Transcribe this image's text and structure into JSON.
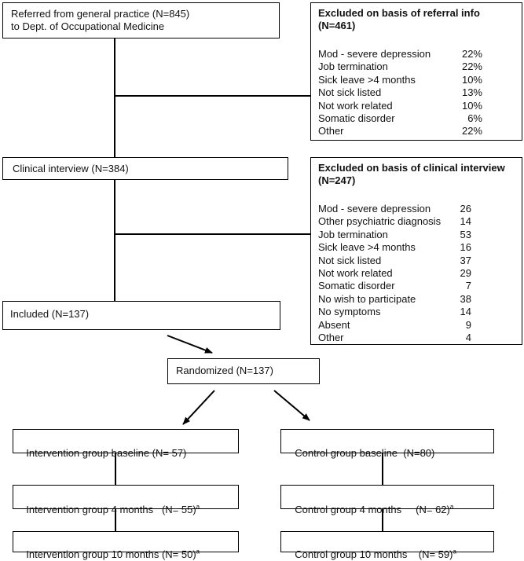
{
  "referred": {
    "line1": "Referred from general practice (N=845)",
    "line2": "to Dept. of Occupational Medicine"
  },
  "excluded_referral": {
    "title_line1": "Excluded on basis of referral info",
    "title_line2": "(N=461)",
    "items": [
      {
        "label": "Mod - severe depression",
        "value": "22%"
      },
      {
        "label": "Job termination",
        "value": "22%"
      },
      {
        "label": "Sick leave >4 months",
        "value": "10%"
      },
      {
        "label": "Not sick listed",
        "value": "13%"
      },
      {
        "label": "Not work related",
        "value": "10%"
      },
      {
        "label": "Somatic disorder",
        "value": "6%"
      },
      {
        "label": "Other",
        "value": "22%"
      }
    ]
  },
  "clinical": {
    "label": "Clinical interview (N=384)"
  },
  "excluded_interview": {
    "title_line1": "Excluded on basis of clinical interview",
    "title_line2": "(N=247)",
    "items": [
      {
        "label": "Mod - severe depression",
        "value": "26"
      },
      {
        "label": "Other psychiatric diagnosis",
        "value": "14"
      },
      {
        "label": "Job termination",
        "value": "53"
      },
      {
        "label": "Sick leave >4 months",
        "value": "16"
      },
      {
        "label": "Not sick listed",
        "value": "37"
      },
      {
        "label": "Not work related",
        "value": "29"
      },
      {
        "label": "Somatic disorder",
        "value": "7"
      },
      {
        "label": "No wish to participate",
        "value": "38"
      },
      {
        "label": "No symptoms",
        "value": "14"
      },
      {
        "label": "Absent",
        "value": "9"
      },
      {
        "label": "Other",
        "value": "4"
      }
    ]
  },
  "included": {
    "label": "Included (N=137)"
  },
  "randomized": {
    "label": "Randomized (N=137)"
  },
  "intervention": {
    "baseline": "Intervention group baseline (N= 57)",
    "m4": "Intervention group 4 months   (N= 55)",
    "m10": "Intervention group 10 months (N= 50)",
    "footnote": "a"
  },
  "control": {
    "baseline": "Control group baseline  (N=80)",
    "m4": "Control group 4 months     (N= 62)",
    "m10": "Control group 10 months    (N= 59)",
    "footnote": "a"
  }
}
